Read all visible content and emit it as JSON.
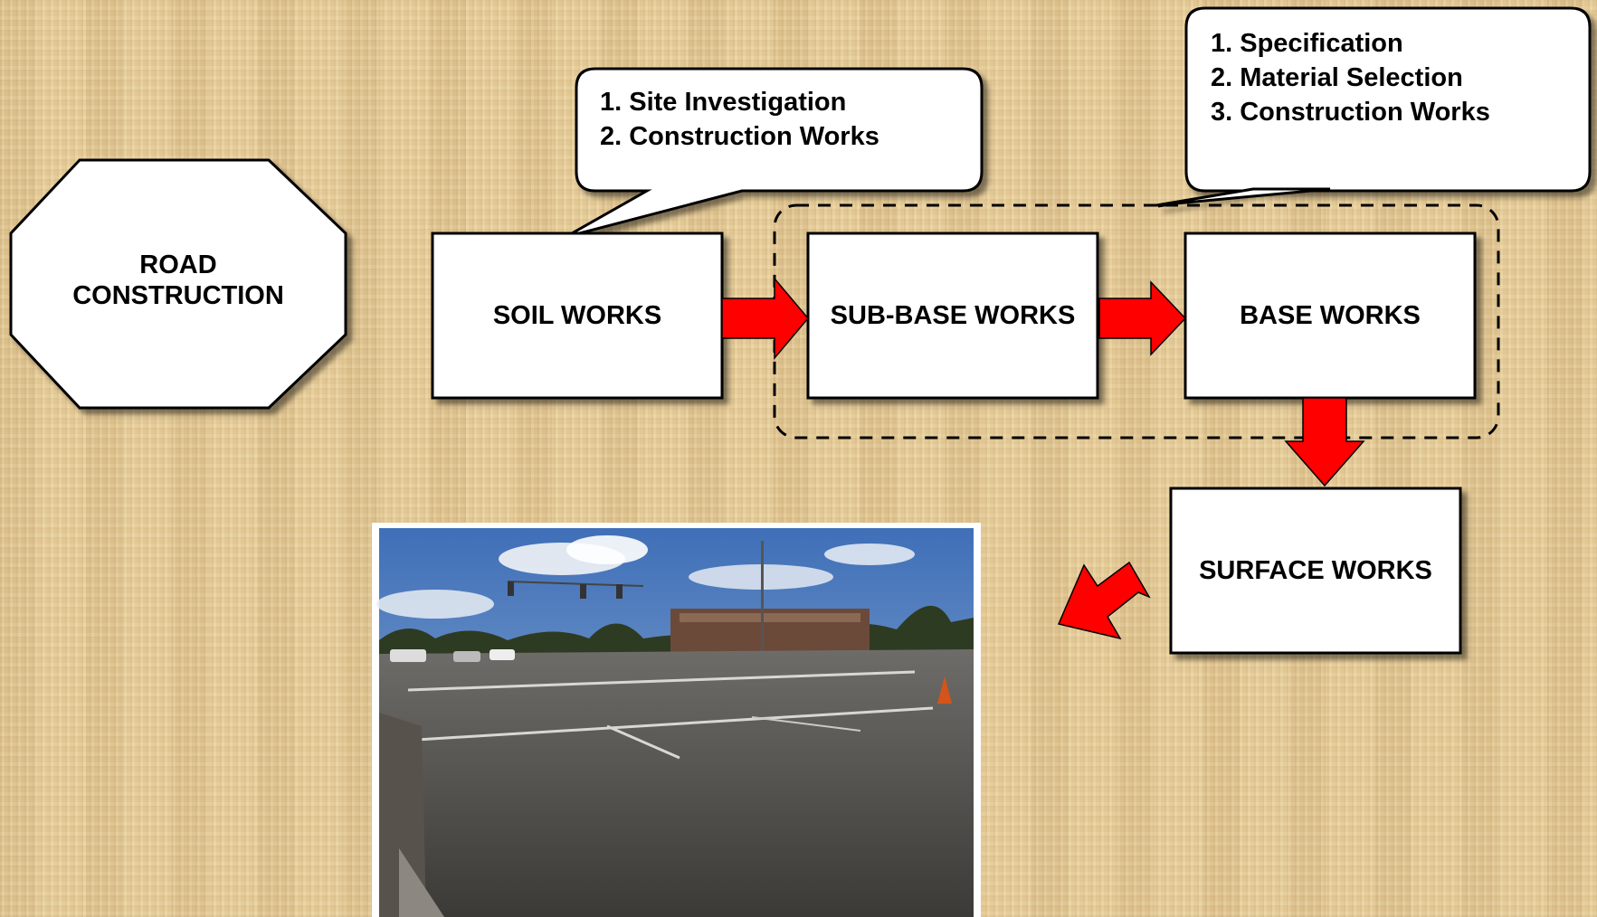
{
  "nodes": {
    "road_construction": "ROAD\nCONSTRUCTION",
    "soil_works": "SOIL WORKS",
    "sub_base_works": "SUB-BASE WORKS",
    "base_works": "BASE WORKS",
    "surface_works": "SURFACE WORKS"
  },
  "callouts": {
    "soil": [
      "1.  Site Investigation",
      "2.  Construction Works"
    ],
    "base_group": [
      "1.  Specification",
      "2.  Material Selection",
      "3.  Construction Works"
    ]
  },
  "photo": {
    "description_icon": "road-intersection-photo"
  },
  "colors": {
    "arrow": "#ff0000",
    "box_fill": "#ffffff",
    "box_border": "#000000"
  }
}
